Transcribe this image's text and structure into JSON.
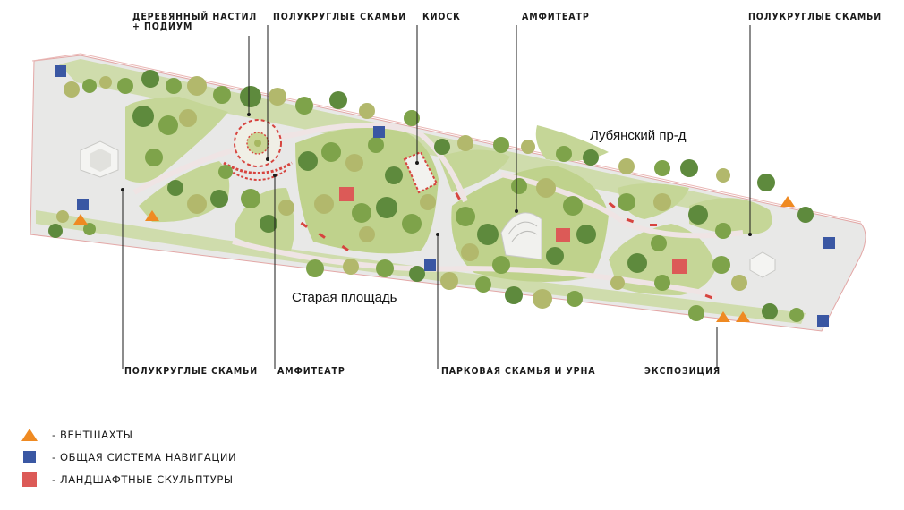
{
  "colors": {
    "vent": "#ef8a22",
    "nav": "#3a57a3",
    "sculpture": "#dc5a57",
    "paving": "#e7e7e6",
    "lawn": "#bccf8c",
    "tree_dark": "#5e8a3d",
    "tree_mid": "#7ea34a",
    "tree_light": "#b2b86c",
    "red_detail": "#d7443f"
  },
  "callouts": {
    "wood_deck": "ДЕРЕВЯННЫЙ НАСТИЛ\n+ ПОДИУМ",
    "semicircle_benches_top": "ПОЛУКРУГЛЫЕ СКАМЬИ",
    "kiosk": "КИОСК",
    "amphitheater_top": "АМФИТЕАТР",
    "semicircle_benches_right": "ПОЛУКРУГЛЫЕ СКАМЬИ",
    "semicircle_benches_bottom": "ПОЛУКРУГЛЫЕ СКАМЬИ",
    "amphitheater_bottom": "АМФИТЕАТР",
    "park_bench": "ПАРКОВАЯ СКАМЬЯ И УРНА",
    "exposition": "ЭКСПОЗИЦИЯ"
  },
  "streets": {
    "lubyansky": "Лубянский пр-д",
    "staraya": "Старая площадь"
  },
  "legend": {
    "vent_label": "- ВЕНТШАХТЫ",
    "nav_label": "- ОБЩАЯ СИСТЕМА НАВИГАЦИИ",
    "sculpture_label": "- ЛАНДШАФТНЫЕ СКУЛЬПТУРЫ"
  }
}
